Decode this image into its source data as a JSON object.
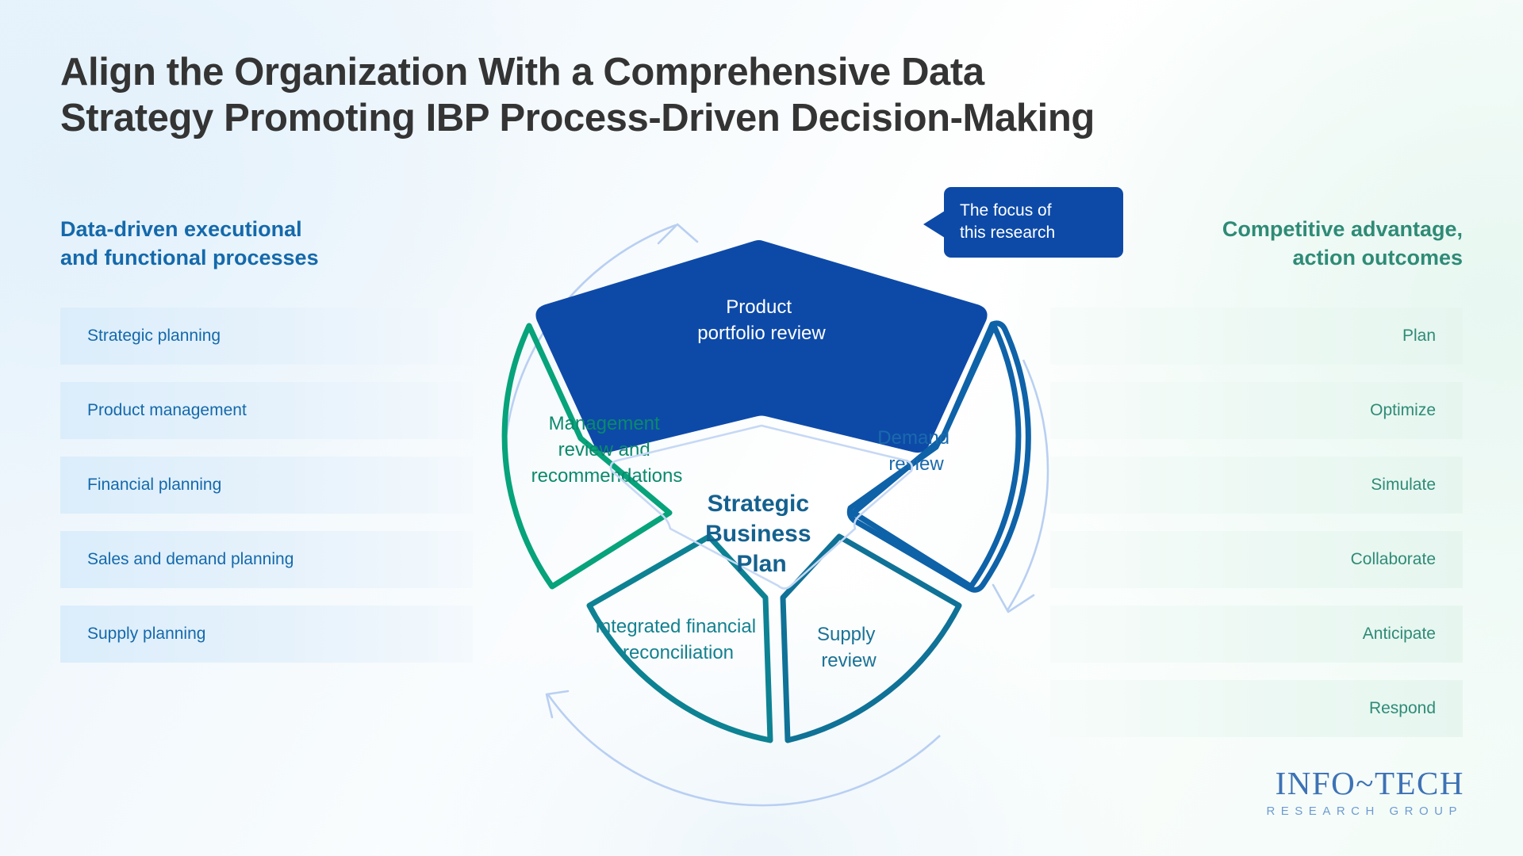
{
  "title": {
    "line1": "Align the Organization With a Comprehensive Data",
    "line2": "Strategy Promoting IBP Process-Driven Decision-Making"
  },
  "left_column": {
    "header_line1": "Data-driven executional",
    "header_line2": "and functional processes",
    "color": "#1469ab",
    "items": [
      "Strategic planning",
      "Product management",
      "Financial planning",
      "Sales and demand planning",
      "Supply planning"
    ]
  },
  "right_column": {
    "header_line1": "Competitive advantage,",
    "header_line2": "action outcomes",
    "color": "#2e8b76",
    "items": [
      "Plan",
      "Optimize",
      "Simulate",
      "Collaborate",
      "Anticipate",
      "Respond"
    ]
  },
  "callout": {
    "line1": "The focus of",
    "line2": "this research",
    "background": "#0d4aa8",
    "text_color": "#ffffff"
  },
  "wheel": {
    "center": {
      "line1": "Strategic",
      "line2": "Business",
      "line3": "Plan",
      "color": "#14618f"
    },
    "segments": [
      {
        "id": "product-portfolio-review",
        "line1": "Product",
        "line2": "portfolio review",
        "color": "#0d4aa8",
        "filled": true,
        "text_color": "#ffffff"
      },
      {
        "id": "demand-review",
        "line1": "Demand",
        "line2": "review",
        "color": "#0e62a8",
        "filled": false,
        "text_color": "#1a6aac"
      },
      {
        "id": "supply-review",
        "line1": "Supply",
        "line2": "review",
        "color": "#0f7296",
        "filled": false,
        "text_color": "#1a7296"
      },
      {
        "id": "integrated-financial-reconciliation",
        "line1": "Integrated financial",
        "line2": "reconciliation",
        "color": "#0d8293",
        "filled": false,
        "text_color": "#13818f"
      },
      {
        "id": "management-review-and-recommendations",
        "line1": "Management",
        "line2": "review and",
        "line3": "recommendations",
        "color": "#07a37a",
        "filled": false,
        "text_color": "#0a8a6c"
      }
    ]
  },
  "logo": {
    "name": "INFO~TECH",
    "tagline": "RESEARCH GROUP",
    "color": "#3d72b5"
  }
}
